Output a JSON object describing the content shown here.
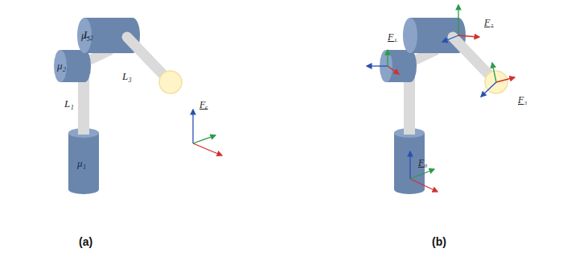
{
  "diagram": {
    "labels": [
      "L₂",
      "μ₂",
      "μ₃",
      "L₁",
      "L₃",
      "μ₁",
      "Fₑ",
      "(a)",
      "F₁",
      "F₂",
      "F₃",
      "F₀",
      "(b)"
    ]
  }
}
